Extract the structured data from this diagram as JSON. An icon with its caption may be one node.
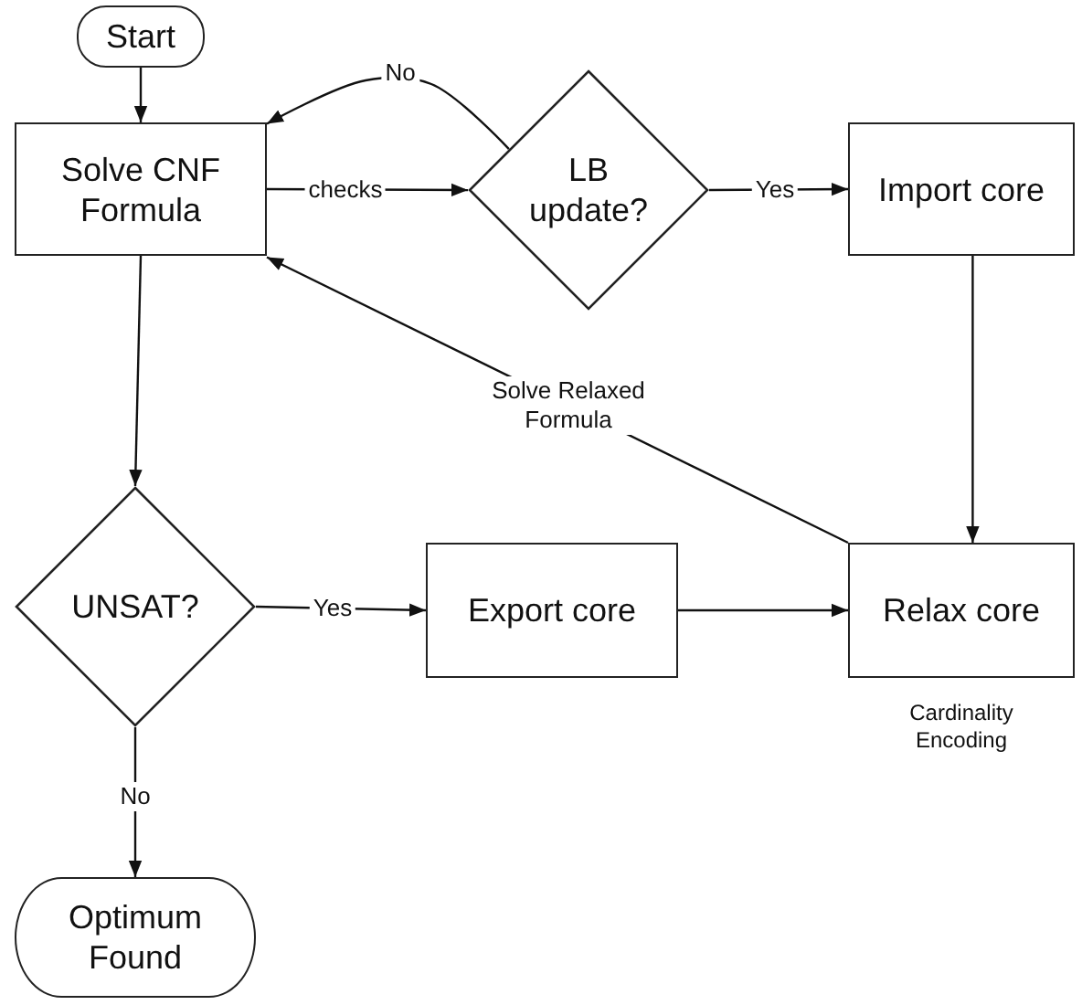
{
  "diagram": {
    "nodes": [
      {
        "text": [
          "Start"
        ]
      },
      {
        "text": [
          "Solve CNF Formula"
        ]
      },
      {
        "text": [
          "LB update?"
        ]
      },
      {
        "text": [
          "Import core"
        ]
      },
      {
        "text": [
          "UNSAT?"
        ]
      },
      {
        "text": [
          "Export core"
        ]
      },
      {
        "text": [
          "Relax core"
        ],
        "beside": [
          "Cardinality Encoding"
        ]
      },
      {
        "text": [
          "Optimum Found"
        ]
      }
    ],
    "edges": [
      {
        "from": 0,
        "to": 1,
        "arrow": "to"
      },
      {
        "from": 1,
        "to": 2,
        "arrow": "to",
        "label": "checks"
      },
      {
        "from": 2,
        "to": 3,
        "arrow": "to",
        "label": "Yes"
      },
      {
        "from": 2,
        "to": 1,
        "arrow": "to",
        "label": "No"
      },
      {
        "from": 3,
        "to": 6,
        "arrow": "to"
      },
      {
        "from": 6,
        "to": 1,
        "arrow": "to",
        "label": "Solve Relaxed Formula"
      },
      {
        "from": 1,
        "to": 4,
        "arrow": "to"
      },
      {
        "from": 4,
        "to": 5,
        "arrow": "to",
        "label": "Yes"
      },
      {
        "from": 5,
        "to": 6,
        "arrow": "to"
      },
      {
        "from": 4,
        "to": 7,
        "arrow": "to",
        "label": "No"
      }
    ]
  }
}
